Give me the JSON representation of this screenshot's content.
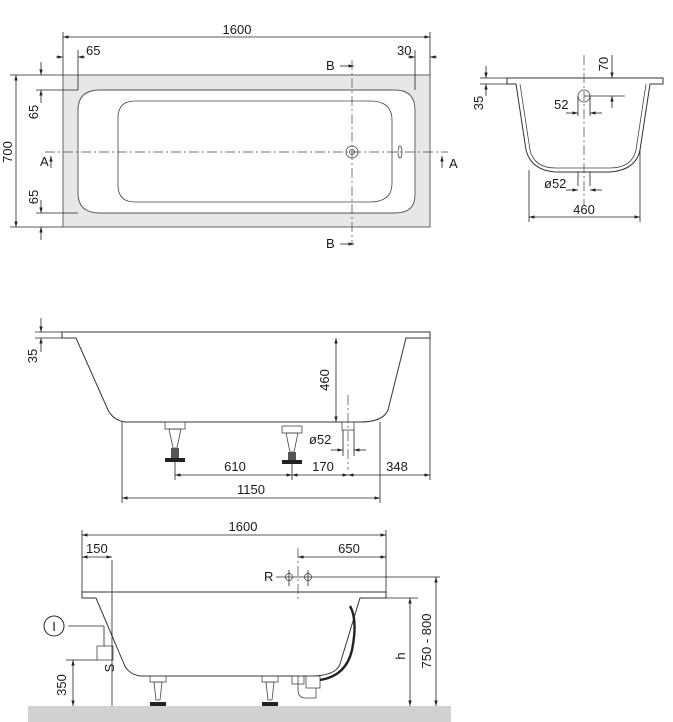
{
  "top_view": {
    "length": "1600",
    "left_edge": "65",
    "right_edge": "30",
    "width": "700",
    "top_margin": "65",
    "bottom_margin": "65",
    "section_a": "A",
    "section_b": "B"
  },
  "section_view": {
    "rim": "35",
    "overflow_height": "70",
    "overflow_offset": "52",
    "drain_diameter": "ø52",
    "inner_width": "460"
  },
  "side_view": {
    "rim": "35",
    "depth": "460",
    "drain_diameter": "ø52",
    "foot_spacing": "610",
    "foot_to_drain": "170",
    "drain_to_end": "348",
    "overall_base": "1150"
  },
  "install_view": {
    "length": "1600",
    "left_offset": "150",
    "drain_offset": "650",
    "label_r": "R",
    "label_s": "S",
    "label_i": "I",
    "label_h": "h",
    "height_range": "750 - 800",
    "floor_height": "350"
  },
  "colors": {
    "line": "#222222",
    "surface": "#e6e7e8",
    "floor": "#d0d1d2"
  }
}
